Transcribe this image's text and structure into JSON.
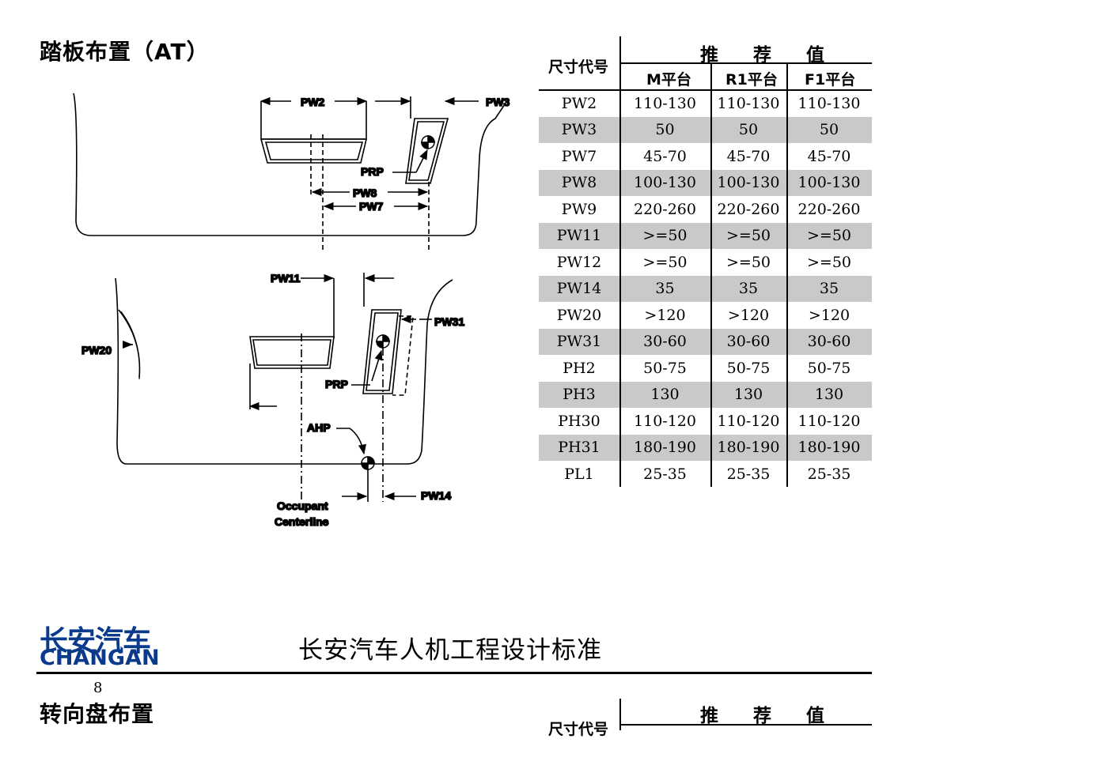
{
  "section1": {
    "title": "踏板布置（AT）"
  },
  "diagram": {
    "labels": {
      "pw2": "PW2",
      "pw3": "PW3",
      "prp_top": "PRP",
      "pw8": "PW8",
      "pw7": "PW7",
      "pw11": "PW11",
      "pw20": "PW20",
      "pw31": "PW31",
      "prp_bottom": "PRP",
      "ahp": "AHP",
      "pw14": "PW14",
      "occupant_line1": "Occupant",
      "occupant_line2": "Centerline"
    }
  },
  "table": {
    "header_code": "尺寸代号",
    "header_recommended": "推 荐 值",
    "platforms": [
      "M平台",
      "R1平台",
      "F1平台"
    ],
    "rows": [
      {
        "code": "PW2",
        "m": "110-130",
        "r1": "110-130",
        "f1": "110-130"
      },
      {
        "code": "PW3",
        "m": "50",
        "r1": "50",
        "f1": "50"
      },
      {
        "code": "PW7",
        "m": "45-70",
        "r1": "45-70",
        "f1": "45-70"
      },
      {
        "code": "PW8",
        "m": "100-130",
        "r1": "100-130",
        "f1": "100-130"
      },
      {
        "code": "PW9",
        "m": "220-260",
        "r1": "220-260",
        "f1": "220-260"
      },
      {
        "code": "PW11",
        "m": ">=50",
        "r1": ">=50",
        "f1": ">=50"
      },
      {
        "code": "PW12",
        "m": ">=50",
        "r1": ">=50",
        "f1": ">=50"
      },
      {
        "code": "PW14",
        "m": "35",
        "r1": "35",
        "f1": "35"
      },
      {
        "code": "PW20",
        "m": ">120",
        "r1": ">120",
        "f1": ">120"
      },
      {
        "code": "PW31",
        "m": "30-60",
        "r1": "30-60",
        "f1": "30-60"
      },
      {
        "code": "PH2",
        "m": "50-75",
        "r1": "50-75",
        "f1": "50-75"
      },
      {
        "code": "PH3",
        "m": "130",
        "r1": "130",
        "f1": "130"
      },
      {
        "code": "PH30",
        "m": "110-120",
        "r1": "110-120",
        "f1": "110-120"
      },
      {
        "code": "PH31",
        "m": "180-190",
        "r1": "180-190",
        "f1": "180-190"
      },
      {
        "code": "PL1",
        "m": "25-35",
        "r1": "25-35",
        "f1": "25-35"
      }
    ],
    "shade_color": "#c9c9c9"
  },
  "footer": {
    "logo_cn": "长安汽车",
    "logo_en": "CHANGAN",
    "brand_color": "#0a3a8c",
    "doc_title": "长安汽车人机工程设计标准",
    "page_number": "8"
  },
  "section2": {
    "title": "转向盘布置",
    "header_recommended": "推 荐 值",
    "header_code_partial": "尺寸代号"
  }
}
